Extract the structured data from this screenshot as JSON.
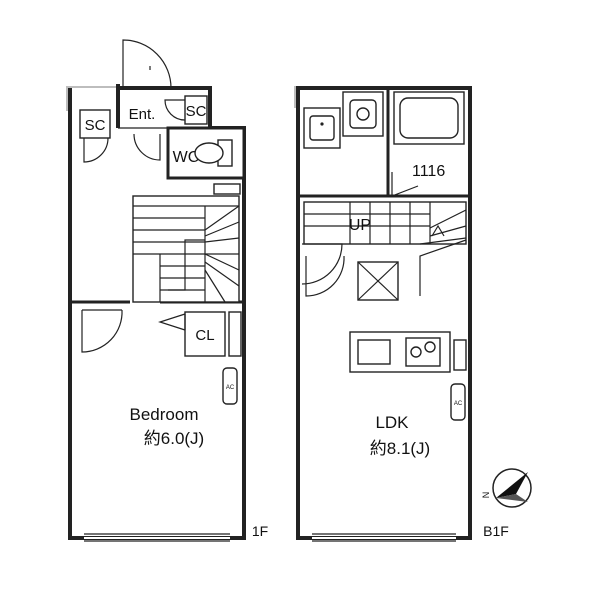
{
  "floors": {
    "first": {
      "label": "1F",
      "rooms": {
        "bedroom": {
          "name": "Bedroom",
          "size": "約6.0(J)"
        },
        "entrance": "Ent.",
        "sc_left": "SC",
        "sc_right": "SC",
        "wc": "WC",
        "closet": "CL",
        "ac": "AC"
      }
    },
    "basement": {
      "label": "B1F",
      "rooms": {
        "ldk": {
          "name": "LDK",
          "size": "約8.1(J)"
        },
        "unit_number": "1116",
        "stairs": "UP",
        "ac": "AC"
      }
    }
  },
  "compass": {
    "icon": "north-arrow-icon",
    "label": "N"
  }
}
